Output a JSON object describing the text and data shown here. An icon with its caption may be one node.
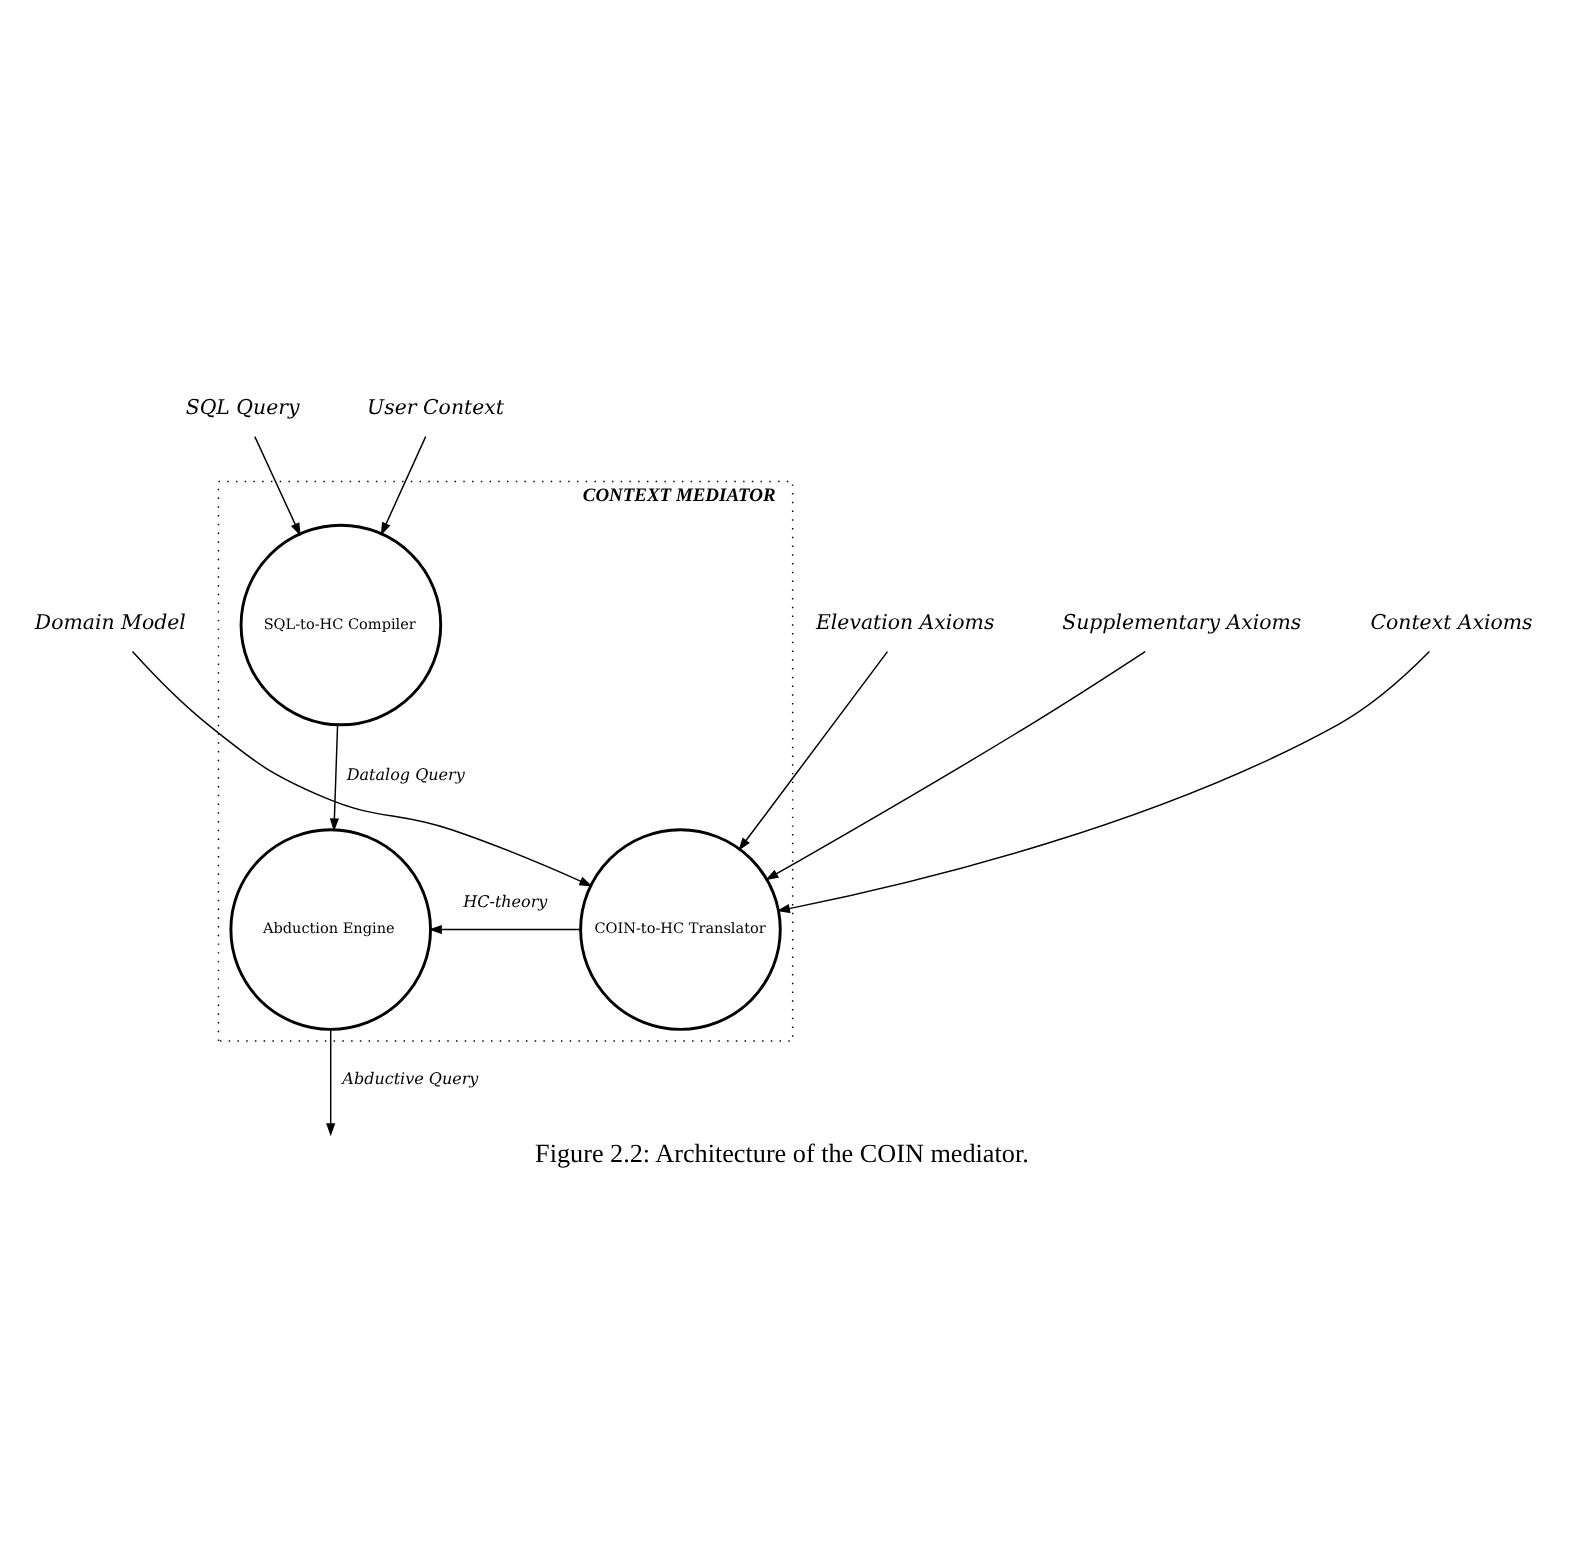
{
  "diagram": {
    "caption": "Figure 2.2: Architecture of the COIN mediator.",
    "nodes": [
      {
        "text": [
          "CONTEXT MEDIATOR"
        ]
      },
      {
        "text": [
          "SQL Query"
        ]
      },
      {
        "text": [
          "User Context"
        ]
      },
      {
        "text": [
          "SQL-to-HC Compiler"
        ],
        "in": 0
      },
      {
        "text": [
          "Abduction Engine"
        ],
        "in": 0
      },
      {
        "text": [
          "COIN-to-HC Translator"
        ],
        "in": 0
      },
      {
        "text": [
          "Domain Model"
        ]
      },
      {
        "text": [
          "Context Axioms"
        ]
      },
      {
        "text": [
          "Elevation Axioms"
        ]
      },
      {
        "text": [
          "Supplementary Axioms"
        ]
      }
    ],
    "edges": [
      {
        "from": 1,
        "to": 3,
        "arrow": "to"
      },
      {
        "from": 2,
        "to": 3,
        "arrow": "to"
      },
      {
        "from": 3,
        "to": 4,
        "arrow": "to",
        "label": "Datalog Query"
      },
      {
        "from": 5,
        "to": 4,
        "arrow": "to",
        "label": "HC-theory"
      },
      {
        "from": 6,
        "to": 5,
        "arrow": "to"
      },
      {
        "from": 7,
        "to": 5,
        "arrow": "to"
      },
      {
        "from": 8,
        "to": 5,
        "arrow": "to"
      },
      {
        "from": 9,
        "to": 5,
        "arrow": "to"
      },
      {
        "from": 4,
        "to": null,
        "arrow": "to",
        "label": "Abductive Query"
      }
    ]
  }
}
